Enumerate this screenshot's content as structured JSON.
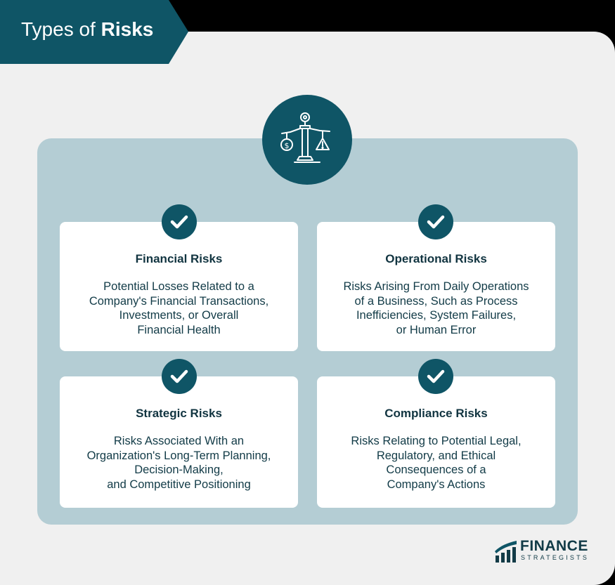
{
  "header": {
    "title_prefix": "Types of ",
    "title_bold": "Risks"
  },
  "emblem": {
    "icon": "balance-scale-icon"
  },
  "cards": [
    {
      "title": "Financial Risks",
      "lines": [
        "Potential Losses Related to a",
        "Company's Financial Transactions,",
        "Investments, or Overall",
        "Financial Health"
      ],
      "icon": "checkmark-icon"
    },
    {
      "title": "Operational Risks",
      "lines": [
        "Risks Arising From Daily Operations",
        "of a Business, Such as Process",
        "Inefficiencies, System Failures,",
        "or Human Error"
      ],
      "icon": "checkmark-icon"
    },
    {
      "title": "Strategic Risks",
      "lines": [
        "Risks Associated With an",
        "Organization's Long-Term Planning,",
        "Decision-Making,",
        "and Competitive Positioning"
      ],
      "icon": "checkmark-icon"
    },
    {
      "title": "Compliance Risks",
      "lines": [
        "Risks Relating to Potential Legal,",
        "Regulatory, and Ethical",
        "Consequences of a",
        "Company's Actions"
      ],
      "icon": "checkmark-icon"
    }
  ],
  "brand": {
    "name_line1": "FINANCE",
    "name_line2": "STRATEGISTS",
    "icon": "finance-strategists-logo-icon"
  },
  "colors": {
    "primary": "#0f5566",
    "panel": "#b4cdd4",
    "background": "#f0f0f0",
    "text": "#123b47"
  }
}
